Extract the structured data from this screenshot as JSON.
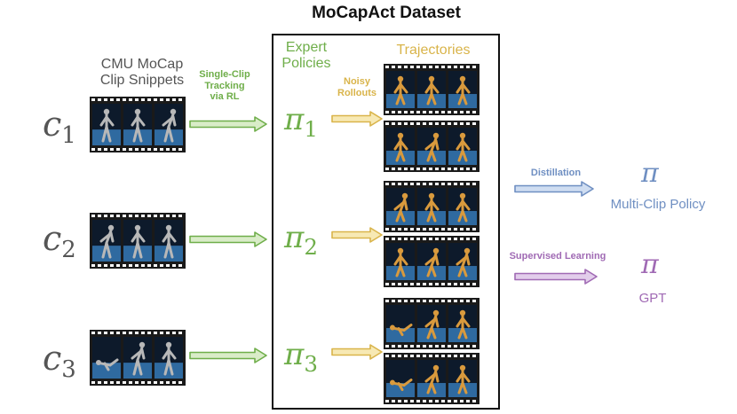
{
  "title": "MoCapAct Dataset",
  "labels": {
    "cmu_line1": "CMU MoCap",
    "cmu_line2": "Clip Snippets",
    "single_clip_line1": "Single-Clip",
    "single_clip_line2": "Tracking",
    "single_clip_line3": "via RL",
    "expert_line1": "Expert",
    "expert_line2": "Policies",
    "trajectories": "Trajectories",
    "noisy_line1": "Noisy",
    "noisy_line2": "Rollouts",
    "distillation": "Distillation",
    "supervised_learning": "Supervised Learning",
    "multi_clip_policy": "Multi-Clip Policy",
    "gpt": "GPT"
  },
  "symbols": {
    "clip": "c",
    "policy": "π",
    "subscripts": [
      "1",
      "2",
      "3"
    ],
    "distilled_policy": "π",
    "gpt_policy": "π"
  },
  "colors": {
    "green": "#6fae4a",
    "green_fill": "#d9ecc8",
    "yellow": "#d9b44a",
    "yellow_fill": "#f7e9b4",
    "blue": "#6f8fc2",
    "blue_fill": "#cfddf1",
    "purple": "#a06ab4",
    "purple_fill": "#e2cdeb",
    "gray": "#555555",
    "film": "#1a1a1a",
    "floor": "#2f6aa0",
    "sky": "#0d1a2b",
    "humanoid_gray": "#b8b8b8",
    "humanoid_orange": "#d99a3d"
  }
}
